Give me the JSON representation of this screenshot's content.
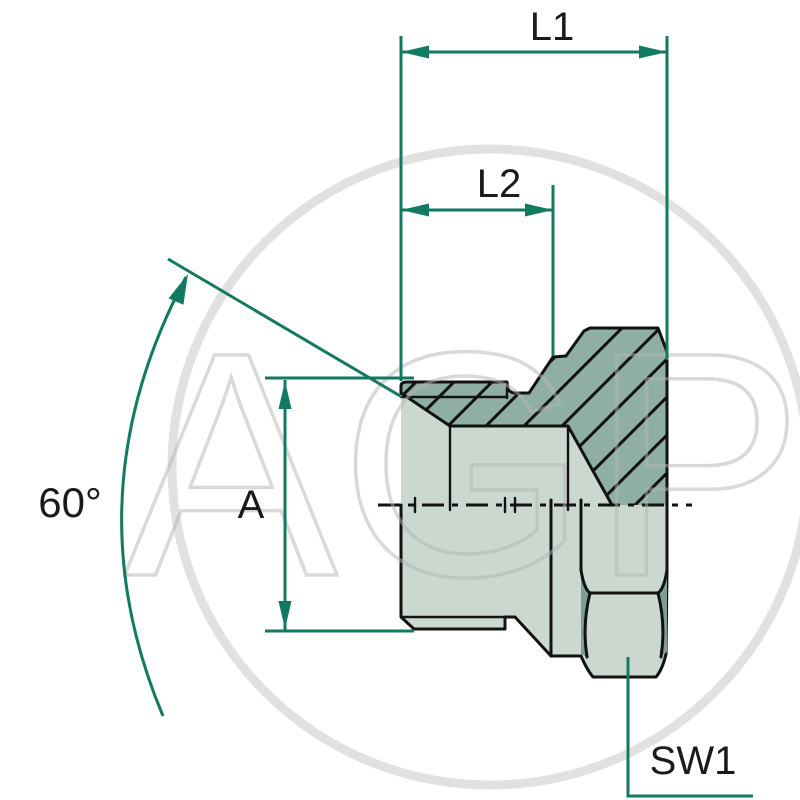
{
  "drawing": {
    "labels": {
      "l1": "L1",
      "l2": "L2",
      "a": "A",
      "angle": "60°",
      "sw1": "SW1"
    },
    "watermark_text": "AGP",
    "colors": {
      "dimension_teal": "#117A60",
      "outline_black": "#121212",
      "body_fill": "#CBD8D0",
      "section_hatch_fill": "#8FAFA4",
      "hex_shadow": "#7E9E92",
      "watermark_gray": "#BDBDBD",
      "background": "#FFFFFF"
    }
  }
}
